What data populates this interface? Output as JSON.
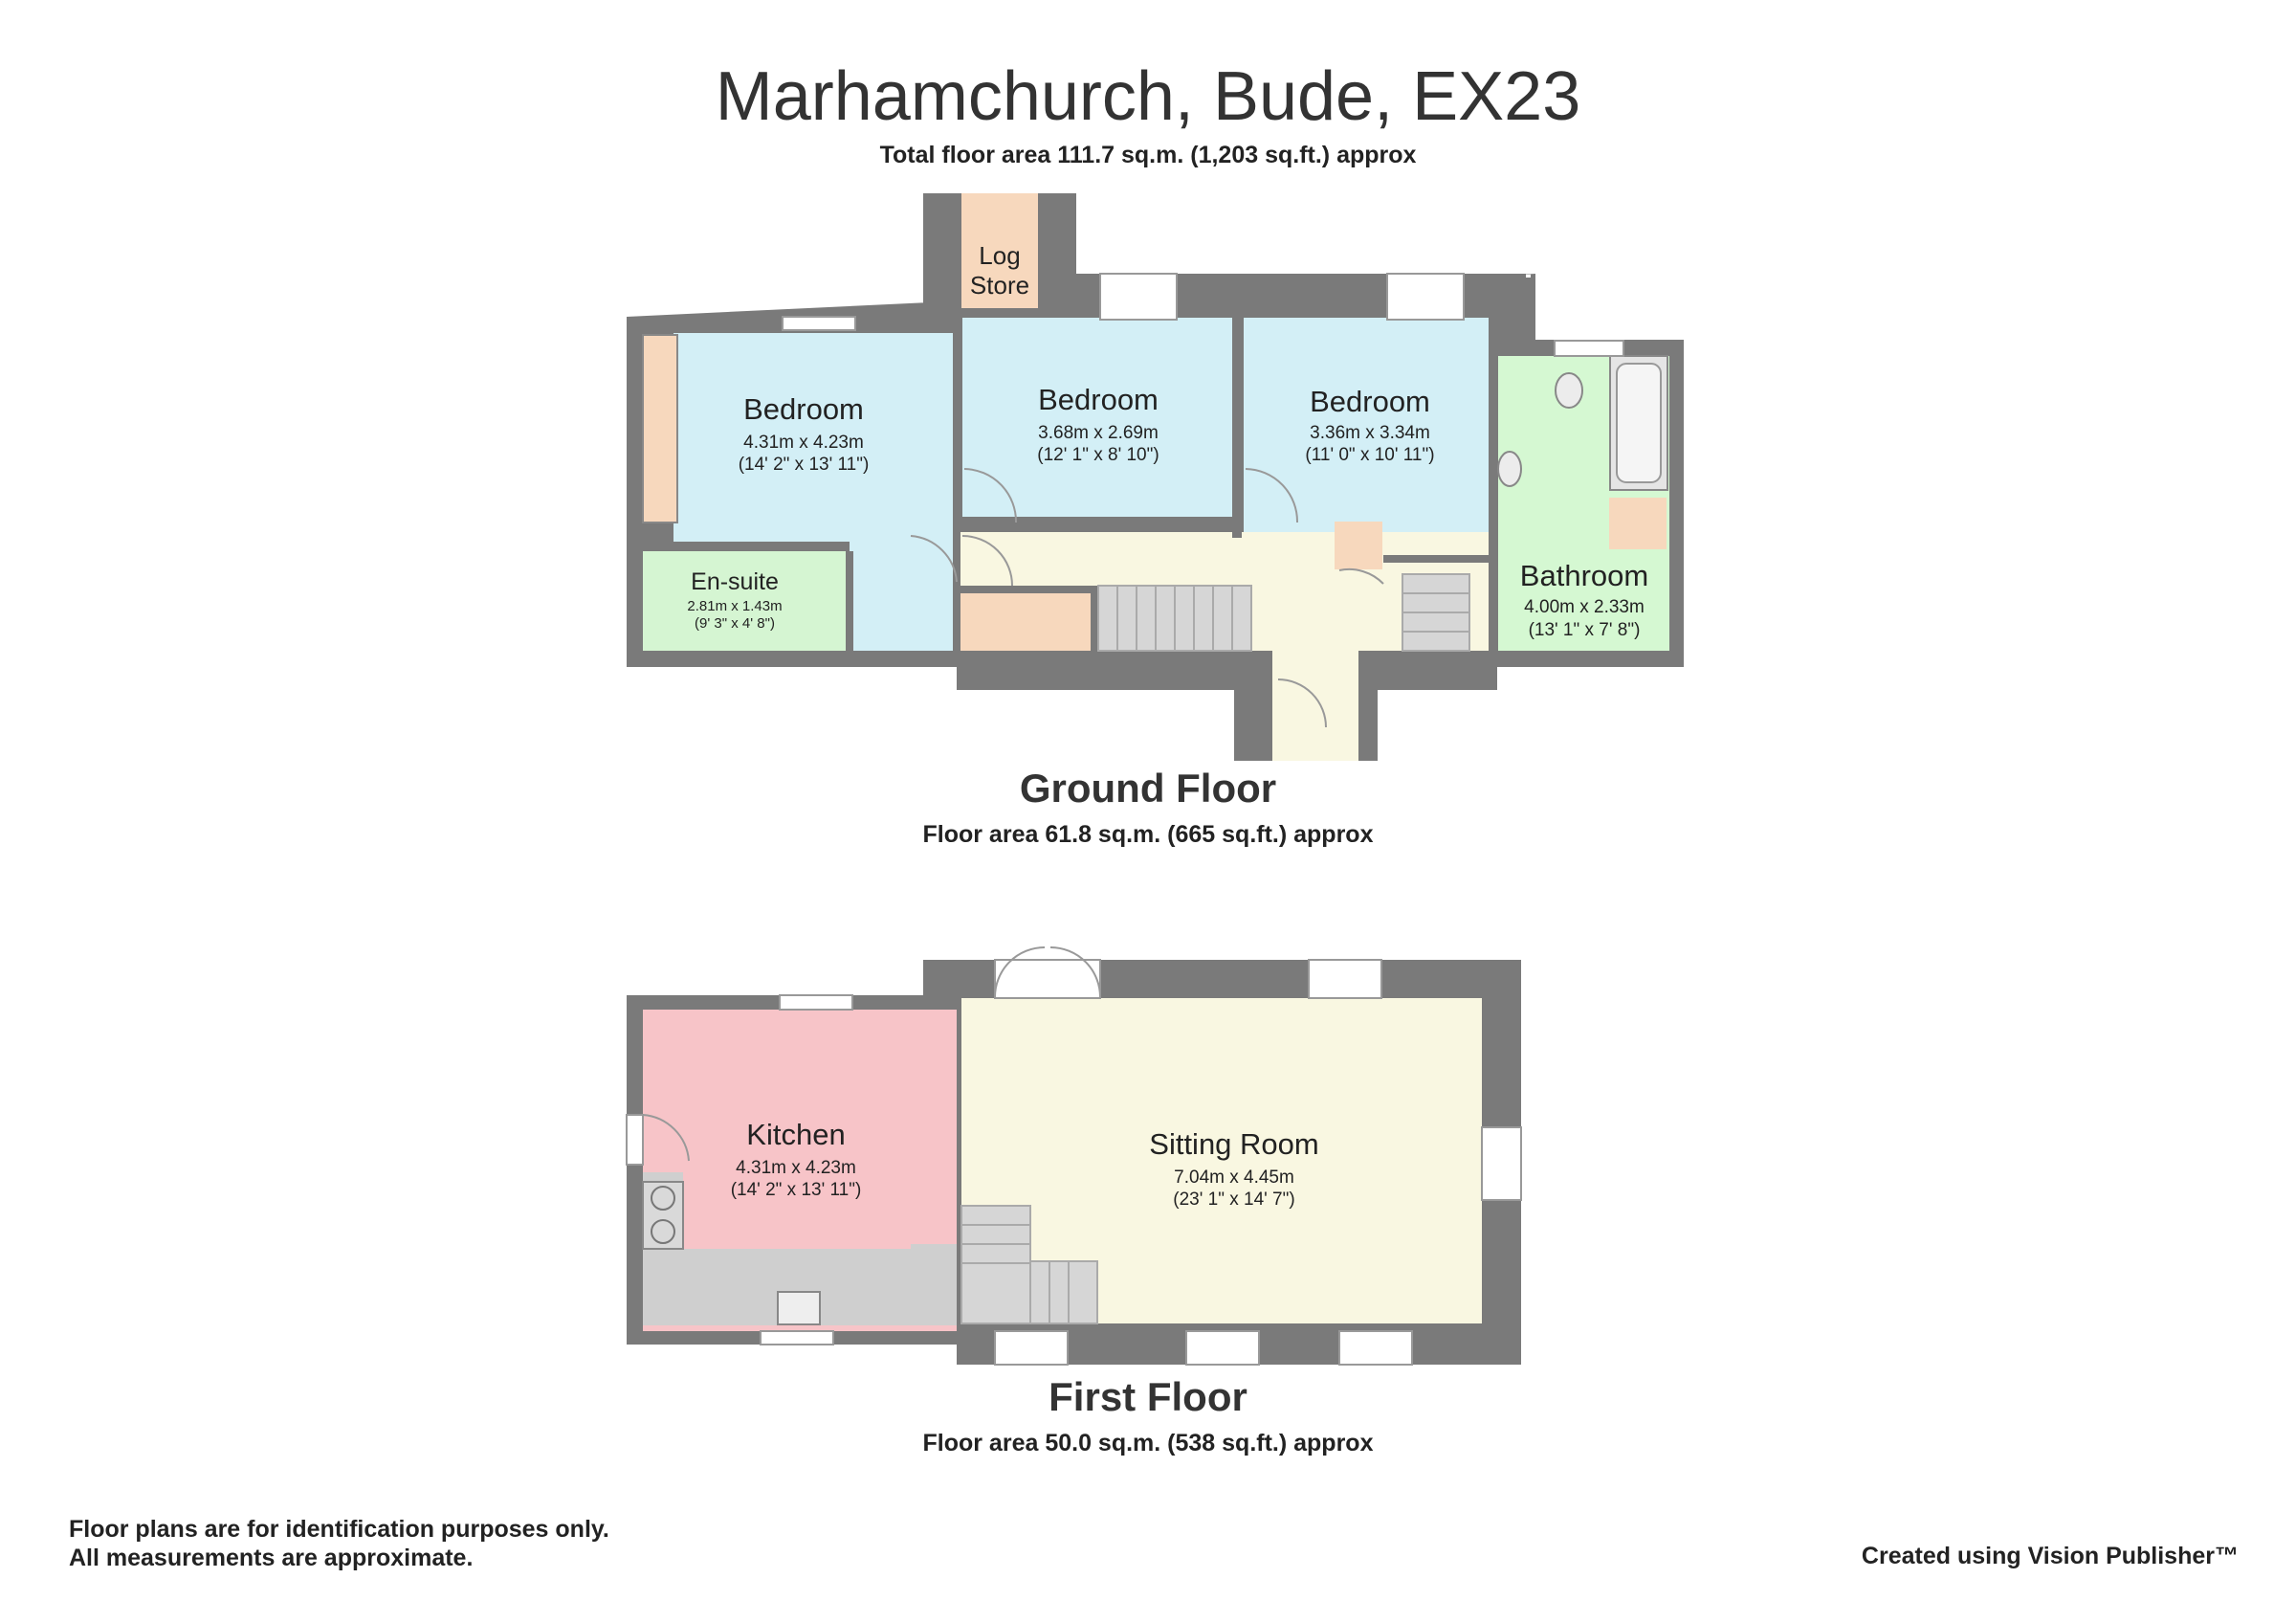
{
  "title": "Marhamchurch, Bude, EX23",
  "total_area": "Total floor area 111.7 sq.m. (1,203 sq.ft.) approx",
  "ground_floor": {
    "label": "Ground Floor",
    "area": "Floor area 61.8 sq.m. (665 sq.ft.) approx",
    "rooms": [
      {
        "name": "Bedroom",
        "metric": "4.31m x 4.23m",
        "imperial": "(14' 2\" x 13' 11\")"
      },
      {
        "name": "Bedroom",
        "metric": "3.68m x 2.69m",
        "imperial": "(12' 1\" x 8' 10\")"
      },
      {
        "name": "Bedroom",
        "metric": "3.36m x 3.34m",
        "imperial": "(11' 0\" x 10' 11\")"
      },
      {
        "name": "Bathroom",
        "metric": "4.00m x 2.33m",
        "imperial": "(13' 1\" x 7' 8\")"
      },
      {
        "name": "En-suite",
        "metric": "2.81m x 1.43m",
        "imperial": "(9' 3\" x 4' 8\")"
      }
    ],
    "log_store": [
      "Log",
      "Store"
    ]
  },
  "first_floor": {
    "label": "First Floor",
    "area": "Floor area 50.0 sq.m. (538 sq.ft.) approx",
    "rooms": [
      {
        "name": "Kitchen",
        "metric": "4.31m x 4.23m",
        "imperial": "(14' 2\" x 13' 11\")"
      },
      {
        "name": "Sitting Room",
        "metric": "7.04m x 4.45m",
        "imperial": "(23' 1\" x 14' 7\")"
      }
    ]
  },
  "disclaimer": [
    "Floor plans are for identification purposes only.",
    "All measurements are approximate."
  ],
  "credit": "Created using Vision Publisher™",
  "colors": {
    "wall": "#7a7a7a",
    "bedroom": "#d3eff6",
    "ensuite": "#d5f5d2",
    "bathroom": "#d5f8d2",
    "hall": "#f9f7e1",
    "cupboard": "#f7d8bd",
    "stairs": "#d6d6d6",
    "kitchen": "#f7c4c8",
    "sitting": "#f9f7e1",
    "counter": "#cfcfcf"
  }
}
